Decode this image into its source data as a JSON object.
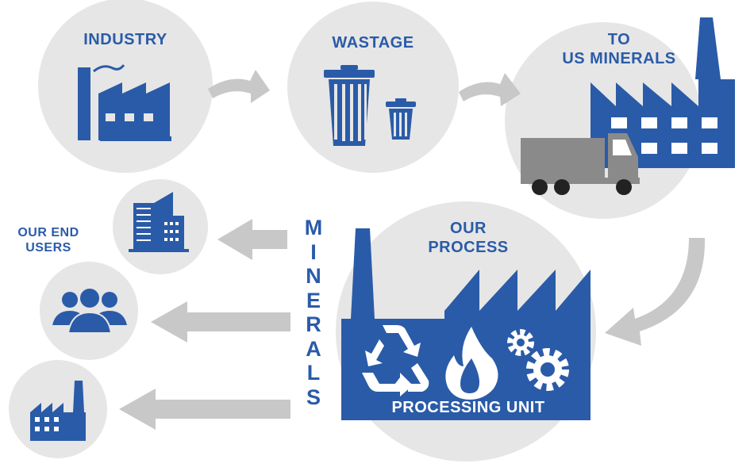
{
  "colors": {
    "brand_blue": "#2a5ba8",
    "circle_gray": "#e6e6e6",
    "arrow_gray": "#c8c8c8",
    "truck_gray": "#8a8a8a"
  },
  "nodes": {
    "industry": {
      "label": "INDUSTRY",
      "icon": "factory-icon"
    },
    "wastage": {
      "label": "WASTAGE",
      "icon": "trash-can-icon"
    },
    "to_us_minerals": {
      "label_line1": "TO",
      "label_line2": "US MINERALS",
      "icon": "factory-truck-icon"
    },
    "our_process": {
      "label_line1": "OUR",
      "label_line2": "PROCESS",
      "icon": "processing-factory-icon",
      "unit_label": "PROCESSING UNIT"
    },
    "end_users": {
      "label_line1": "OUR END",
      "label_line2": "USERS"
    }
  },
  "minerals_letters": [
    "M",
    "I",
    "N",
    "E",
    "R",
    "A",
    "L",
    "S"
  ],
  "end_user_icons": [
    "office-building-icon",
    "people-group-icon",
    "factory-icon"
  ]
}
